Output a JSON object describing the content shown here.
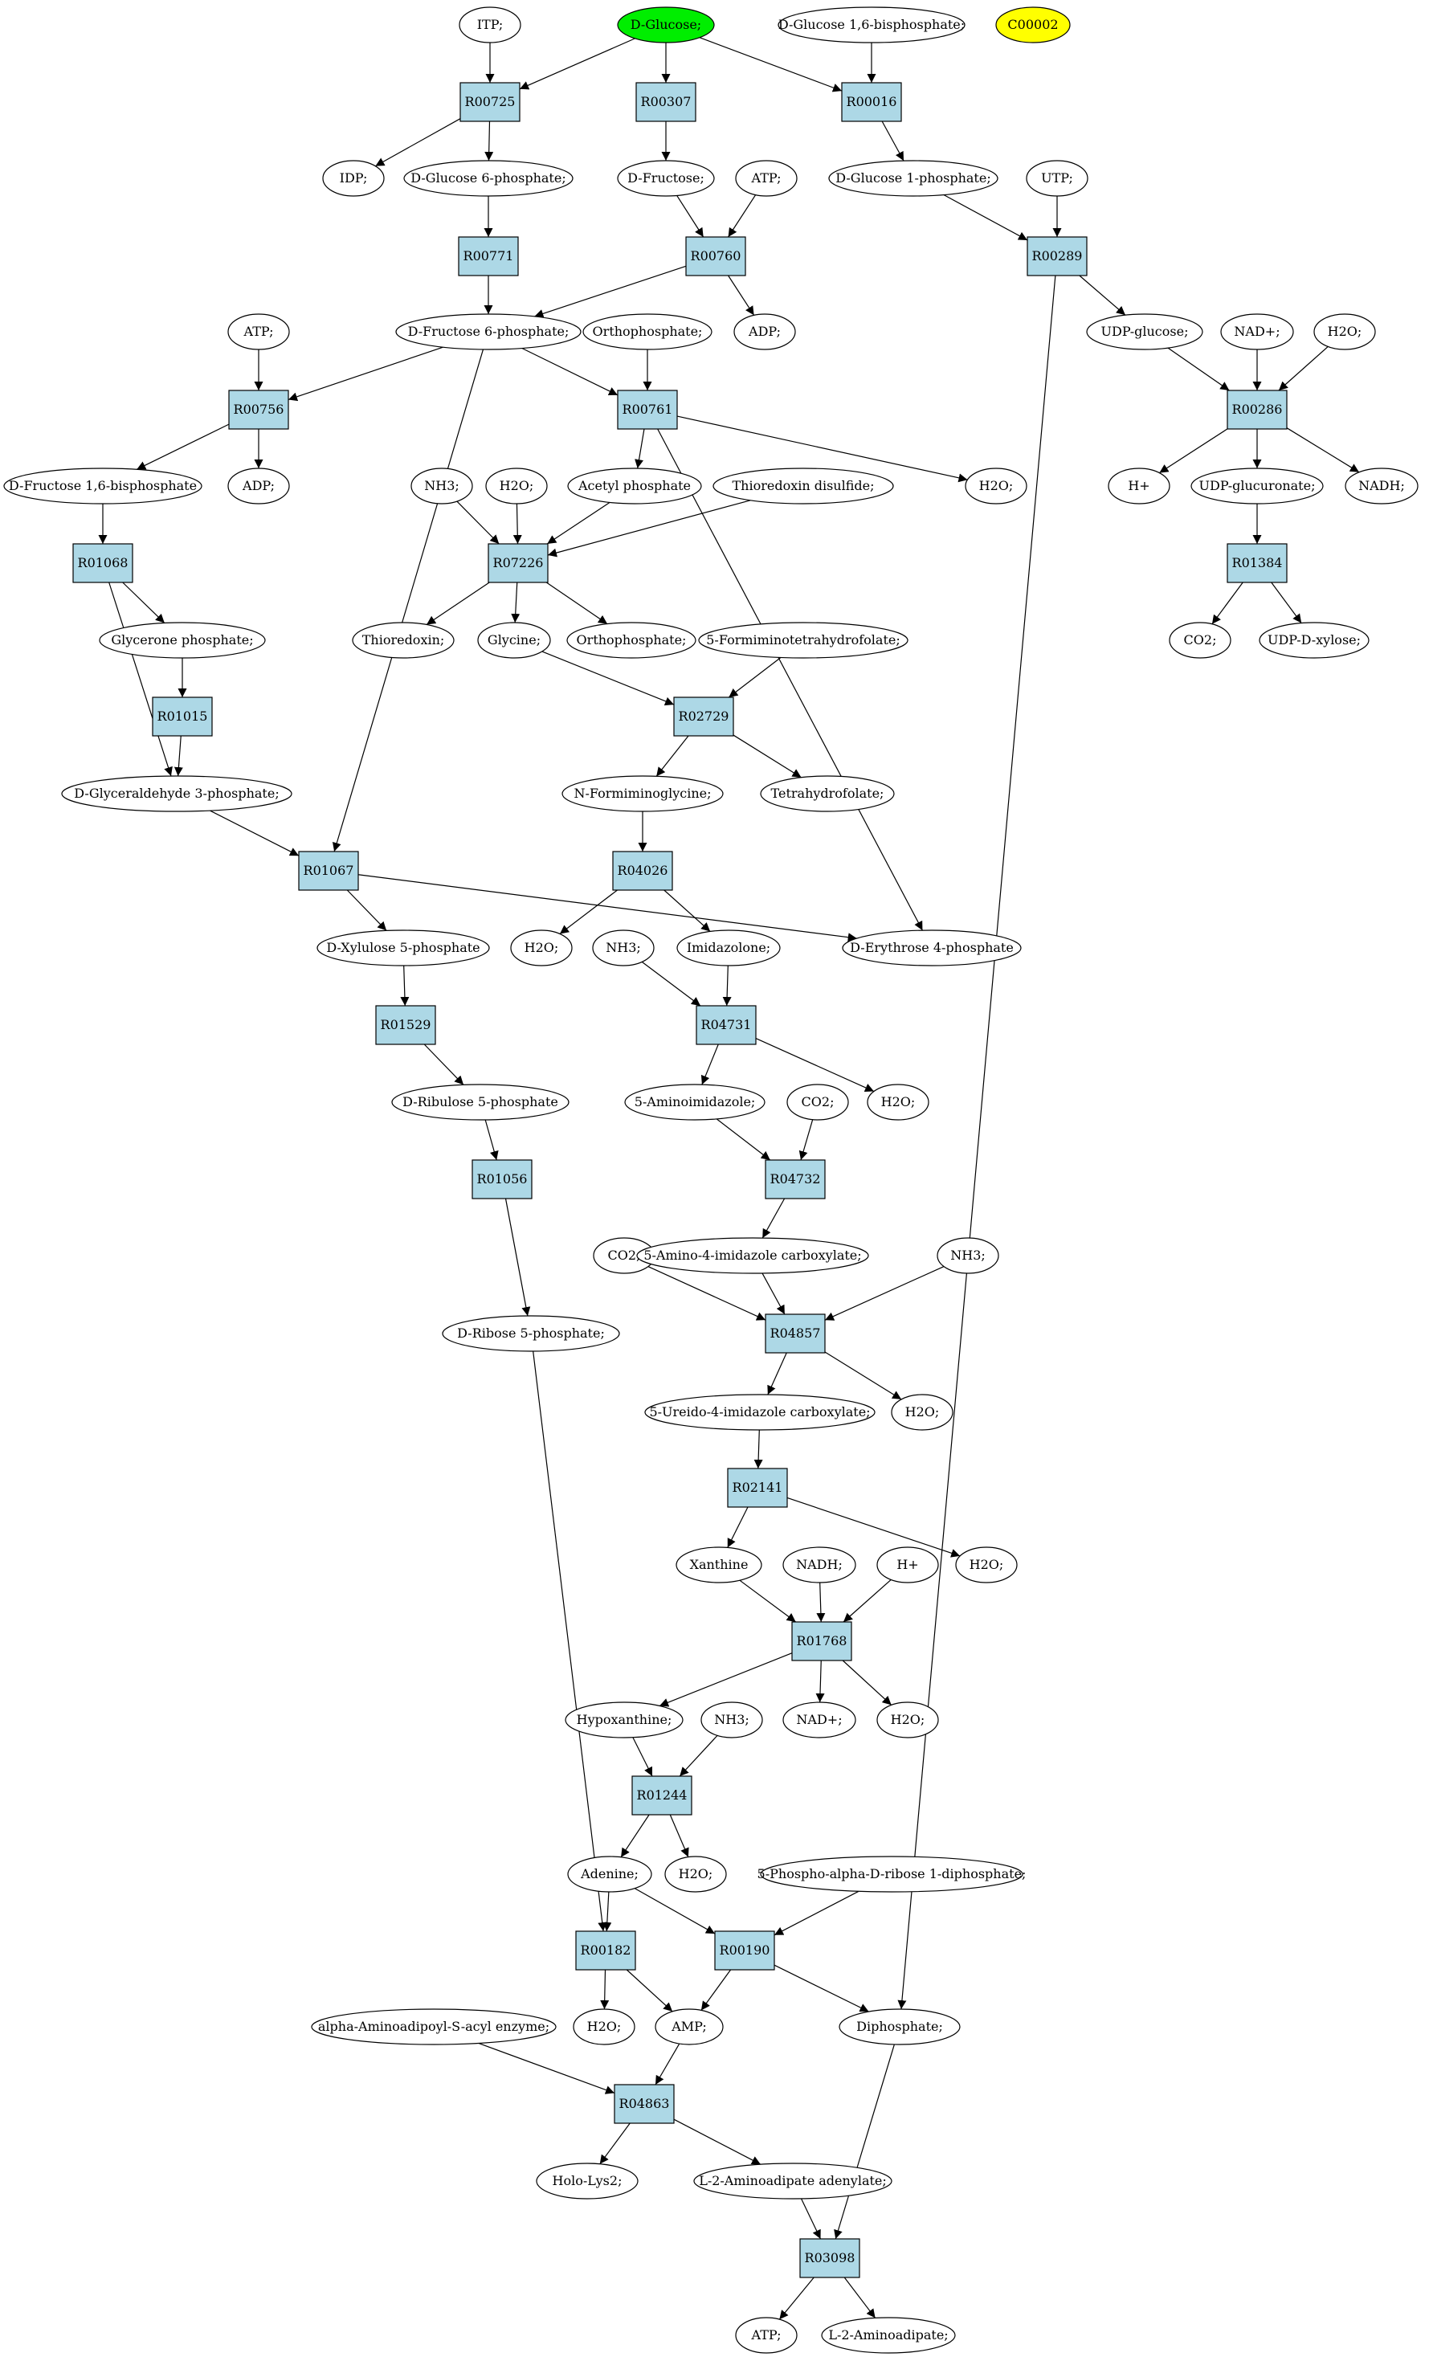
{
  "colors": {
    "reaction_fill": "#add8e6",
    "compound_fill": "#ffffff",
    "start_fill": "#00ee00",
    "target_fill": "#ffff00",
    "stroke": "#000000"
  },
  "reactions": [
    {
      "id": "R00725",
      "label": "R00725"
    },
    {
      "id": "R00307",
      "label": "R00307"
    },
    {
      "id": "R00016",
      "label": "R00016"
    },
    {
      "id": "R00771",
      "label": "R00771"
    },
    {
      "id": "R00760",
      "label": "R00760"
    },
    {
      "id": "R00289",
      "label": "R00289"
    },
    {
      "id": "R00756",
      "label": "R00756"
    },
    {
      "id": "R00761",
      "label": "R00761"
    },
    {
      "id": "R00286",
      "label": "R00286"
    },
    {
      "id": "R07226",
      "label": "R07226"
    },
    {
      "id": "R01068",
      "label": "R01068"
    },
    {
      "id": "R01384",
      "label": "R01384"
    },
    {
      "id": "R01015",
      "label": "R01015"
    },
    {
      "id": "R02729",
      "label": "R02729"
    },
    {
      "id": "R01067",
      "label": "R01067"
    },
    {
      "id": "R04026",
      "label": "R04026"
    },
    {
      "id": "R01529",
      "label": "R01529"
    },
    {
      "id": "R04731",
      "label": "R04731"
    },
    {
      "id": "R01056",
      "label": "R01056"
    },
    {
      "id": "R04732",
      "label": "R04732"
    },
    {
      "id": "R04857",
      "label": "R04857"
    },
    {
      "id": "R02141",
      "label": "R02141"
    },
    {
      "id": "R01768",
      "label": "R01768"
    },
    {
      "id": "R01244",
      "label": "R01244"
    },
    {
      "id": "R00182",
      "label": "R00182"
    },
    {
      "id": "R00190",
      "label": "R00190"
    },
    {
      "id": "R04863",
      "label": "R04863"
    },
    {
      "id": "R03098",
      "label": "R03098"
    }
  ],
  "compounds": [
    {
      "id": "c_itp",
      "label": "ITP;"
    },
    {
      "id": "c_glucose",
      "label": "D-Glucose;",
      "kind": "start"
    },
    {
      "id": "c_g16bp",
      "label": "D-Glucose 1,6-bisphosphate;"
    },
    {
      "id": "c_c00002",
      "label": "C00002",
      "kind": "target"
    },
    {
      "id": "c_idp",
      "label": "IDP;"
    },
    {
      "id": "c_g6p",
      "label": "D-Glucose 6-phosphate;"
    },
    {
      "id": "c_fructose",
      "label": "D-Fructose;"
    },
    {
      "id": "c_atp1",
      "label": "ATP;"
    },
    {
      "id": "c_g1p",
      "label": "D-Glucose 1-phosphate;"
    },
    {
      "id": "c_utp",
      "label": "UTP;"
    },
    {
      "id": "c_f6p",
      "label": "D-Fructose 6-phosphate;"
    },
    {
      "id": "c_adp1",
      "label": "ADP;"
    },
    {
      "id": "c_atp2",
      "label": "ATP;"
    },
    {
      "id": "c_orthop1",
      "label": "Orthophosphate;"
    },
    {
      "id": "c_udpglc",
      "label": "UDP-glucose;"
    },
    {
      "id": "c_nadp",
      "label": "NAD+;"
    },
    {
      "id": "c_h2o1",
      "label": "H2O;"
    },
    {
      "id": "c_f16bp",
      "label": "D-Fructose 1,6-bisphosphate"
    },
    {
      "id": "c_adp2",
      "label": "ADP;"
    },
    {
      "id": "c_nh3a",
      "label": "NH3;"
    },
    {
      "id": "c_h2o2",
      "label": "H2O;"
    },
    {
      "id": "c_acetylp",
      "label": "Acetyl phosphate"
    },
    {
      "id": "c_thiodis",
      "label": "Thioredoxin disulfide;"
    },
    {
      "id": "c_h2o3",
      "label": "H2O;"
    },
    {
      "id": "c_hplus1",
      "label": "H+"
    },
    {
      "id": "c_udpglcur",
      "label": "UDP-glucuronate;"
    },
    {
      "id": "c_nadh1",
      "label": "NADH;"
    },
    {
      "id": "c_glycerone",
      "label": "Glycerone phosphate;"
    },
    {
      "id": "c_thioredoxin",
      "label": "Thioredoxin;"
    },
    {
      "id": "c_glycine",
      "label": "Glycine;"
    },
    {
      "id": "c_orthop2",
      "label": "Orthophosphate;"
    },
    {
      "id": "c_fthf",
      "label": "5-Formiminotetrahydrofolate;"
    },
    {
      "id": "c_co2a",
      "label": "CO2;"
    },
    {
      "id": "c_udpxyl",
      "label": "UDP-D-xylose;"
    },
    {
      "id": "c_ga3p",
      "label": "D-Glyceraldehyde 3-phosphate;"
    },
    {
      "id": "c_nfgly",
      "label": "N-Formiminoglycine;"
    },
    {
      "id": "c_thf",
      "label": "Tetrahydrofolate;"
    },
    {
      "id": "c_x5p",
      "label": "D-Xylulose 5-phosphate"
    },
    {
      "id": "c_h2o4",
      "label": "H2O;"
    },
    {
      "id": "c_nh3b",
      "label": "NH3;"
    },
    {
      "id": "c_imidazolone",
      "label": "Imidazolone;"
    },
    {
      "id": "c_e4p",
      "label": "D-Erythrose 4-phosphate"
    },
    {
      "id": "c_ru5p",
      "label": "D-Ribulose 5-phosphate"
    },
    {
      "id": "c_aminoimid",
      "label": "5-Aminoimidazole;"
    },
    {
      "id": "c_co2b",
      "label": "CO2;"
    },
    {
      "id": "c_h2o5",
      "label": "H2O;"
    },
    {
      "id": "c_co2c",
      "label": "CO2;"
    },
    {
      "id": "c_aicarbox",
      "label": "5-Amino-4-imidazole carboxylate;"
    },
    {
      "id": "c_nh3c",
      "label": "NH3;"
    },
    {
      "id": "c_r5p",
      "label": "D-Ribose 5-phosphate;"
    },
    {
      "id": "c_ureido",
      "label": "5-Ureido-4-imidazole carboxylate;"
    },
    {
      "id": "c_h2o6",
      "label": "H2O;"
    },
    {
      "id": "c_xanthine",
      "label": "Xanthine"
    },
    {
      "id": "c_nadh2",
      "label": "NADH;"
    },
    {
      "id": "c_hplus2",
      "label": "H+"
    },
    {
      "id": "c_h2o7",
      "label": "H2O;"
    },
    {
      "id": "c_hypox",
      "label": "Hypoxanthine;"
    },
    {
      "id": "c_nh3d",
      "label": "NH3;"
    },
    {
      "id": "c_nadp2",
      "label": "NAD+;"
    },
    {
      "id": "c_h2o8",
      "label": "H2O;"
    },
    {
      "id": "c_adenine",
      "label": "Adenine;"
    },
    {
      "id": "c_h2o9",
      "label": "H2O;"
    },
    {
      "id": "c_prpp",
      "label": "5-Phospho-alpha-D-ribose 1-diphosphate;"
    },
    {
      "id": "c_aasacyl",
      "label": "alpha-Aminoadipoyl-S-acyl enzyme;"
    },
    {
      "id": "c_h2o10",
      "label": "H2O;"
    },
    {
      "id": "c_amp",
      "label": "AMP;"
    },
    {
      "id": "c_diphos",
      "label": "Diphosphate;"
    },
    {
      "id": "c_hololys2",
      "label": "Holo-Lys2;"
    },
    {
      "id": "c_l2aaadenyl",
      "label": "L-2-Aminoadipate adenylate;"
    },
    {
      "id": "c_atp3",
      "label": "ATP;"
    },
    {
      "id": "c_l2aa",
      "label": "L-2-Aminoadipate;"
    }
  ],
  "edges": [
    [
      "c_itp",
      "R00725"
    ],
    [
      "c_glucose",
      "R00725"
    ],
    [
      "R00725",
      "c_idp"
    ],
    [
      "R00725",
      "c_g6p"
    ],
    [
      "c_glucose",
      "R00307"
    ],
    [
      "R00307",
      "c_fructose"
    ],
    [
      "c_glucose",
      "R00016"
    ],
    [
      "c_g16bp",
      "R00016"
    ],
    [
      "R00016",
      "c_g1p"
    ],
    [
      "c_g6p",
      "R00771"
    ],
    [
      "R00771",
      "c_f6p"
    ],
    [
      "c_fructose",
      "R00760"
    ],
    [
      "c_atp1",
      "R00760"
    ],
    [
      "R00760",
      "c_f6p"
    ],
    [
      "R00760",
      "c_adp1"
    ],
    [
      "c_g1p",
      "R00289"
    ],
    [
      "c_utp",
      "R00289"
    ],
    [
      "R00289",
      "c_udpglc"
    ],
    [
      "R00289",
      "c_diphos"
    ],
    [
      "c_atp2",
      "R00756"
    ],
    [
      "c_f6p",
      "R00756"
    ],
    [
      "R00756",
      "c_f16bp"
    ],
    [
      "R00756",
      "c_adp2"
    ],
    [
      "c_f6p",
      "R00761"
    ],
    [
      "c_orthop1",
      "R00761"
    ],
    [
      "R00761",
      "c_acetylp"
    ],
    [
      "R00761",
      "c_h2o3"
    ],
    [
      "R00761",
      "c_e4p"
    ],
    [
      "c_udpglc",
      "R00286"
    ],
    [
      "c_nadp",
      "R00286"
    ],
    [
      "c_h2o1",
      "R00286"
    ],
    [
      "R00286",
      "c_hplus1"
    ],
    [
      "R00286",
      "c_udpglcur"
    ],
    [
      "R00286",
      "c_nadh1"
    ],
    [
      "c_nh3a",
      "R07226"
    ],
    [
      "c_h2o2",
      "R07226"
    ],
    [
      "c_acetylp",
      "R07226"
    ],
    [
      "c_thiodis",
      "R07226"
    ],
    [
      "R07226",
      "c_thioredoxin"
    ],
    [
      "R07226",
      "c_glycine"
    ],
    [
      "R07226",
      "c_orthop2"
    ],
    [
      "c_f16bp",
      "R01068"
    ],
    [
      "R01068",
      "c_glycerone"
    ],
    [
      "R01068",
      "c_ga3p"
    ],
    [
      "c_udpglcur",
      "R01384"
    ],
    [
      "R01384",
      "c_co2a"
    ],
    [
      "R01384",
      "c_udpxyl"
    ],
    [
      "c_glycerone",
      "R01015"
    ],
    [
      "R01015",
      "c_ga3p"
    ],
    [
      "c_glycine",
      "R02729"
    ],
    [
      "c_fthf",
      "R02729"
    ],
    [
      "R02729",
      "c_nfgly"
    ],
    [
      "R02729",
      "c_thf"
    ],
    [
      "c_f6p",
      "R01067"
    ],
    [
      "c_ga3p",
      "R01067"
    ],
    [
      "R01067",
      "c_x5p"
    ],
    [
      "R01067",
      "c_e4p"
    ],
    [
      "c_nfgly",
      "R04026"
    ],
    [
      "R04026",
      "c_h2o4"
    ],
    [
      "R04026",
      "c_imidazolone"
    ],
    [
      "c_x5p",
      "R01529"
    ],
    [
      "R01529",
      "c_ru5p"
    ],
    [
      "c_nh3b",
      "R04731"
    ],
    [
      "c_imidazolone",
      "R04731"
    ],
    [
      "R04731",
      "c_aminoimid"
    ],
    [
      "R04731",
      "c_h2o5"
    ],
    [
      "c_ru5p",
      "R01056"
    ],
    [
      "R01056",
      "c_r5p"
    ],
    [
      "c_aminoimid",
      "R04732"
    ],
    [
      "c_co2b",
      "R04732"
    ],
    [
      "R04732",
      "c_aicarbox"
    ],
    [
      "c_co2c",
      "R04857"
    ],
    [
      "c_aicarbox",
      "R04857"
    ],
    [
      "c_nh3c",
      "R04857"
    ],
    [
      "R04857",
      "c_ureido"
    ],
    [
      "R04857",
      "c_h2o6"
    ],
    [
      "c_ureido",
      "R02141"
    ],
    [
      "R02141",
      "c_xanthine"
    ],
    [
      "R02141",
      "c_h2o7"
    ],
    [
      "c_xanthine",
      "R01768"
    ],
    [
      "c_nadh2",
      "R01768"
    ],
    [
      "c_hplus2",
      "R01768"
    ],
    [
      "R01768",
      "c_hypox"
    ],
    [
      "R01768",
      "c_nadp2"
    ],
    [
      "R01768",
      "c_h2o8"
    ],
    [
      "c_hypox",
      "R01244"
    ],
    [
      "c_nh3d",
      "R01244"
    ],
    [
      "R01244",
      "c_adenine"
    ],
    [
      "R01244",
      "c_h2o9"
    ],
    [
      "c_r5p",
      "R00182"
    ],
    [
      "c_adenine",
      "R00182"
    ],
    [
      "R00182",
      "c_h2o10"
    ],
    [
      "R00182",
      "c_amp"
    ],
    [
      "c_adenine",
      "R00190"
    ],
    [
      "c_prpp",
      "R00190"
    ],
    [
      "R00190",
      "c_amp"
    ],
    [
      "R00190",
      "c_diphos"
    ],
    [
      "c_aasacyl",
      "R04863"
    ],
    [
      "c_amp",
      "R04863"
    ],
    [
      "R04863",
      "c_hololys2"
    ],
    [
      "R04863",
      "c_l2aaadenyl"
    ],
    [
      "c_l2aaadenyl",
      "R03098"
    ],
    [
      "c_diphos",
      "R03098"
    ],
    [
      "R03098",
      "c_atp3"
    ],
    [
      "R03098",
      "c_l2aa"
    ]
  ]
}
